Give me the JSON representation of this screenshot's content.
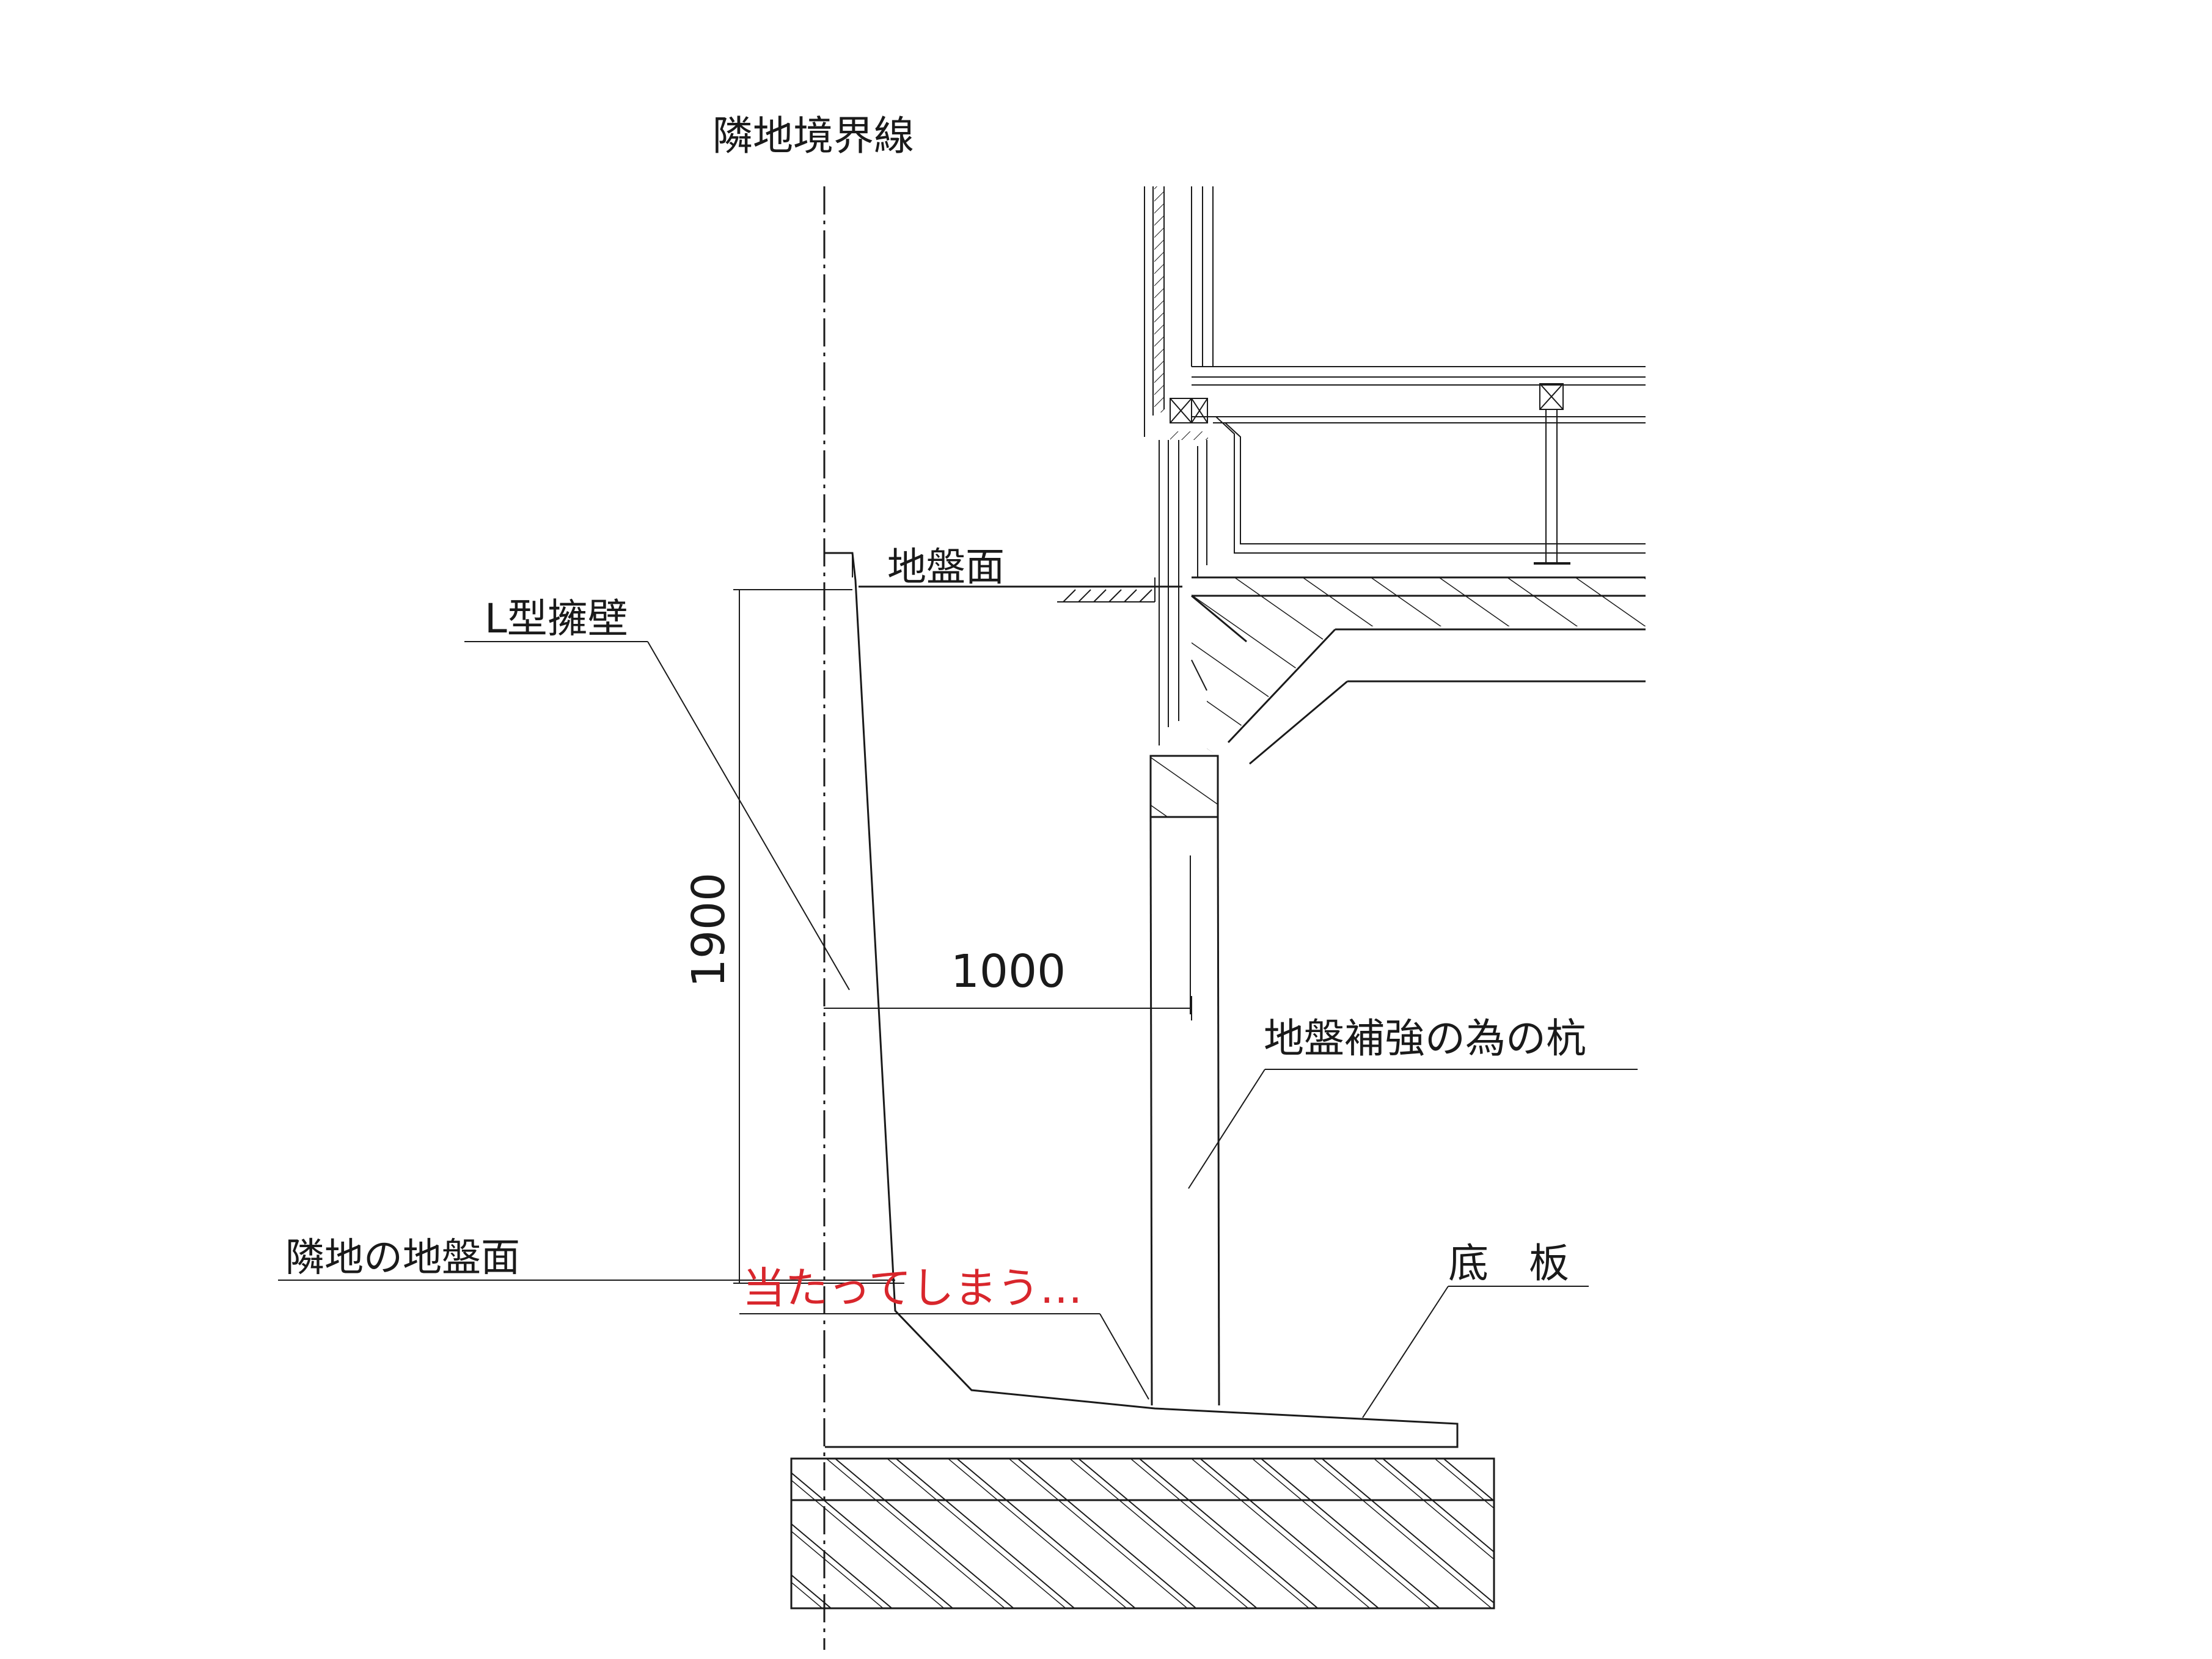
{
  "labels": {
    "boundary": "隣地境界線",
    "ground_level": "地盤面",
    "l_wall": "L型擁壁",
    "dim_height": "1900",
    "dim_width": "1000",
    "pile": "地盤補強の為の杭",
    "neighbor_ground": "隣地の地盤面",
    "collision_note": "当たってしまう…",
    "base_slab": "底　板"
  },
  "colors": {
    "line": "#1a1a1a",
    "note": "#d8262c",
    "background": "#ffffff"
  }
}
